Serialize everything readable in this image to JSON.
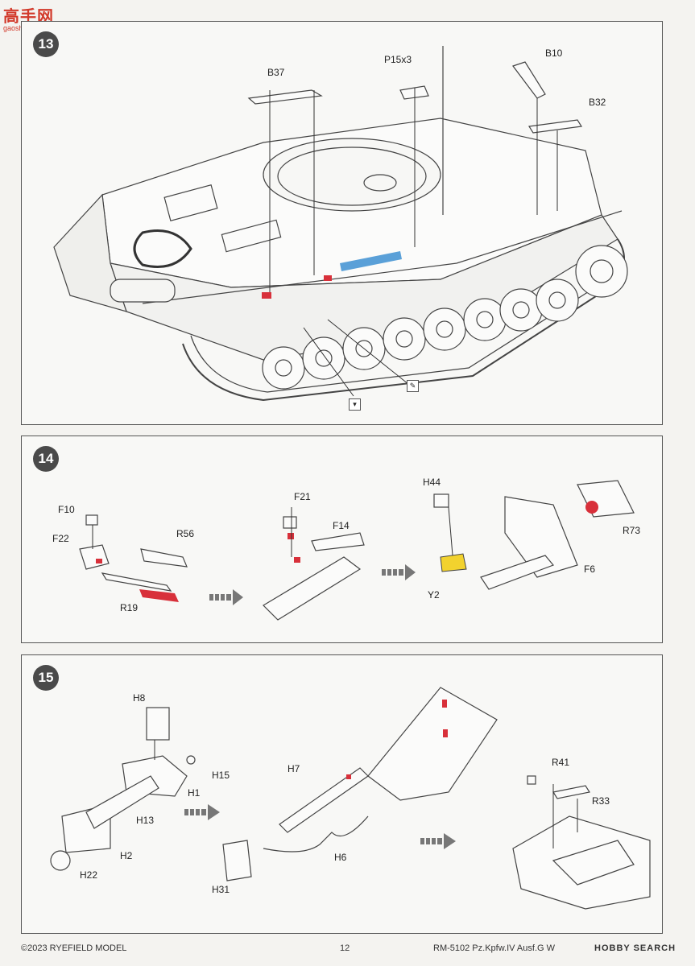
{
  "watermark": {
    "logo": "高手网",
    "url": "gaoshou.net"
  },
  "steps": [
    {
      "number": "13",
      "labels": {
        "b37": "B37",
        "p15": "P15x3",
        "b10": "B10",
        "b32": "B32"
      },
      "icons": {
        "paint": "paint-brush-icon",
        "detail": "detail-view-icon"
      }
    },
    {
      "number": "14",
      "labels": {
        "f10": "F10",
        "f22": "F22",
        "r56": "R56",
        "r19": "R19",
        "f21": "F21",
        "f14": "F14",
        "h44": "H44",
        "y2": "Y2",
        "r73": "R73",
        "f6": "F6"
      }
    },
    {
      "number": "15",
      "labels": {
        "h8": "H8",
        "h15": "H15",
        "h1": "H1",
        "h13": "H13",
        "h2": "H2",
        "h22": "H22",
        "h7": "H7",
        "h6": "H6",
        "h31": "H31",
        "r41": "R41",
        "r33": "R33"
      }
    }
  ],
  "footer": {
    "copyright": "©2023 RYEFIELD MODEL",
    "page": "12",
    "product": "RM-5102 Pz.Kpfw.IV Ausf.G W",
    "brand": "HOBBY SEARCH"
  },
  "colors": {
    "red": "#d8303a",
    "blue": "#5aa0d8",
    "yellow": "#f2d22e",
    "line": "#555555"
  }
}
